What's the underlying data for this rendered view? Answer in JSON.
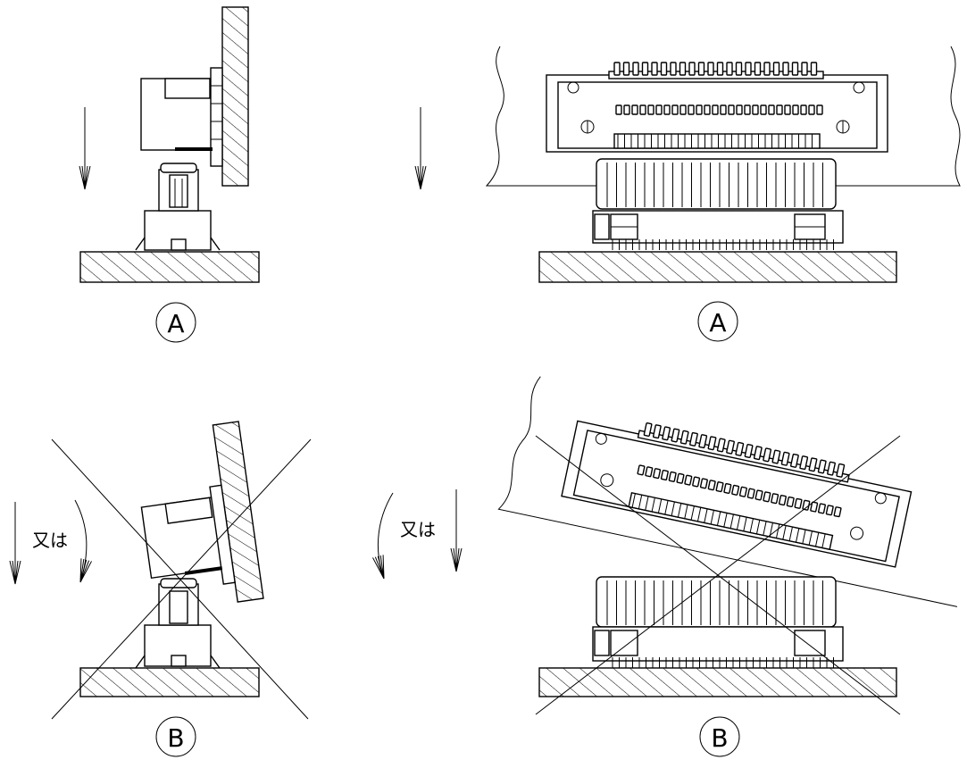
{
  "figure": {
    "label_ok": "A",
    "label_ng": "B",
    "or_text": "又は"
  },
  "colors": {
    "line": "#000000",
    "background": "#ffffff"
  },
  "icons": [
    "down-arrow-icon",
    "curved-arrow-icon",
    "prohibited-cross-icon"
  ]
}
